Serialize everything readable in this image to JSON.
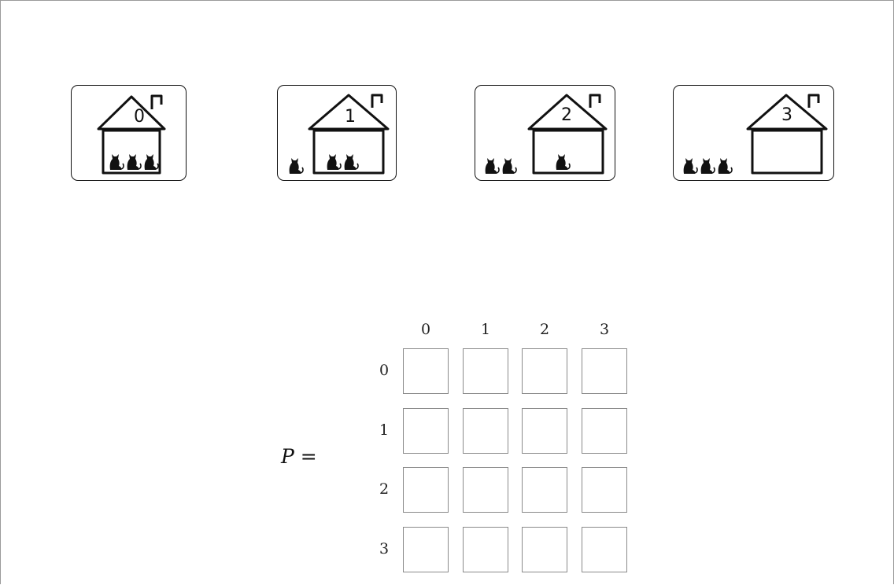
{
  "states": [
    {
      "number": "0",
      "cats_inside": 3,
      "cats_outside": 0
    },
    {
      "number": "1",
      "cats_inside": 2,
      "cats_outside": 1
    },
    {
      "number": "2",
      "cats_inside": 1,
      "cats_outside": 2
    },
    {
      "number": "3",
      "cats_inside": 0,
      "cats_outside": 3
    }
  ],
  "matrix": {
    "symbol": "P",
    "equals": "=",
    "column_labels": [
      "0",
      "1",
      "2",
      "3"
    ],
    "row_labels": [
      "0",
      "1",
      "2",
      "3"
    ],
    "cells": [
      [
        "",
        "",
        "",
        ""
      ],
      [
        "",
        "",
        "",
        ""
      ],
      [
        "",
        "",
        "",
        ""
      ],
      [
        "",
        "",
        "",
        ""
      ]
    ]
  }
}
